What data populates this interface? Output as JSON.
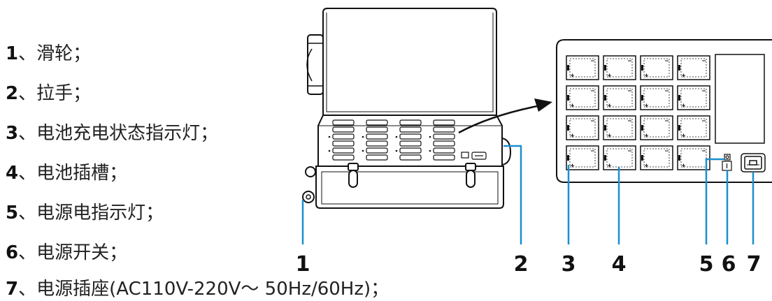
{
  "legend": {
    "items": [
      {
        "num": "1",
        "sep": "、",
        "text": "滑轮；"
      },
      {
        "num": "2",
        "sep": "、",
        "text": "拉手；"
      },
      {
        "num": "3",
        "sep": "、",
        "text": "电池充电状态指示灯；"
      },
      {
        "num": "4",
        "sep": "、",
        "text": "电池插槽；"
      },
      {
        "num": "5",
        "sep": "、",
        "text": "电源电指示灯；"
      },
      {
        "num": "6",
        "sep": "、",
        "text": "电源开关；"
      },
      {
        "num": "7",
        "sep": "、",
        "text": "电源插座(AC110V-220V～  50Hz/60Hz)；"
      }
    ]
  },
  "callouts": [
    "1",
    "2",
    "3",
    "4",
    "5",
    "6",
    "7"
  ],
  "colors": {
    "leader": "#1a8fd0",
    "line": "#111111"
  }
}
